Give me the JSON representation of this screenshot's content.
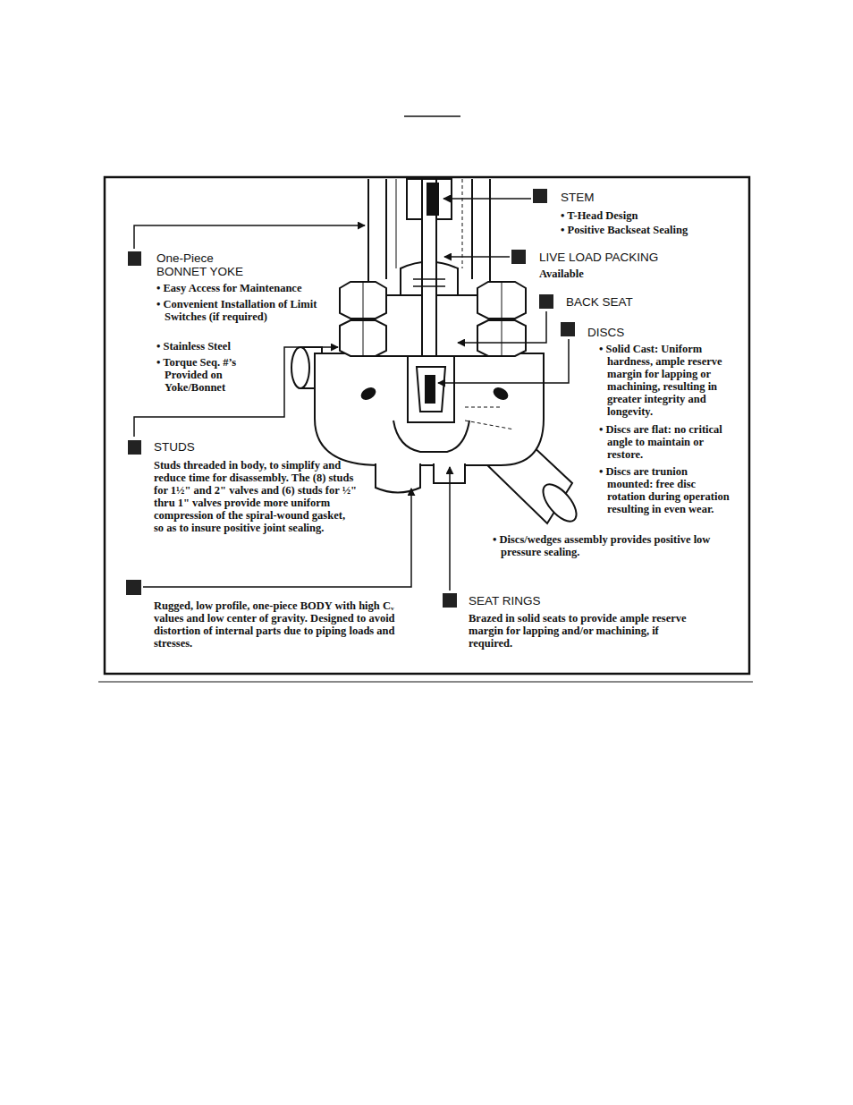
{
  "diagram": {
    "labels": [
      "STEM",
      "• T-Head Design",
      "• Positive Backseat Sealing",
      "LIVE LOAD PACKING",
      "Available",
      "BACK SEAT",
      "DISCS",
      "• Solid Cast: Uniform hardness, ample reserve margin for lapping or machining, resulting in greater integrity and longevity.",
      "• Discs are flat: no critical angle to maintain or restore.",
      "• Discs are trunion mounted: free disc rotation during operation resulting in even wear.",
      "• Discs/wedges assembly provides positive low pressure sealing.",
      "One-Piece",
      "BONNET YOKE",
      "• Easy Access for Maintenance",
      "• Convenient Installation of Limit Switches (if required)",
      "• Stainless Steel",
      "• Torque Seq. #’s Provided on Yoke/Bonnet",
      "STUDS",
      "Studs threaded in body, to simplify and reduce time for disassembly. The (8) studs for 1½\" and 2\" valves and (6) studs for ½\" thru 1\" valves provide more uniform compression of the spiral-wound gasket, so as to insure positive joint sealing.",
      "Rugged, low profile, one-piece BODY with high Cᵥ values and low center of gravity. Designed to avoid distortion of internal parts due to piping loads and stresses.",
      "SEAT RINGS",
      "Brazed in solid seats to provide ample reserve margin for lapping and/or machining, if required."
    ]
  }
}
